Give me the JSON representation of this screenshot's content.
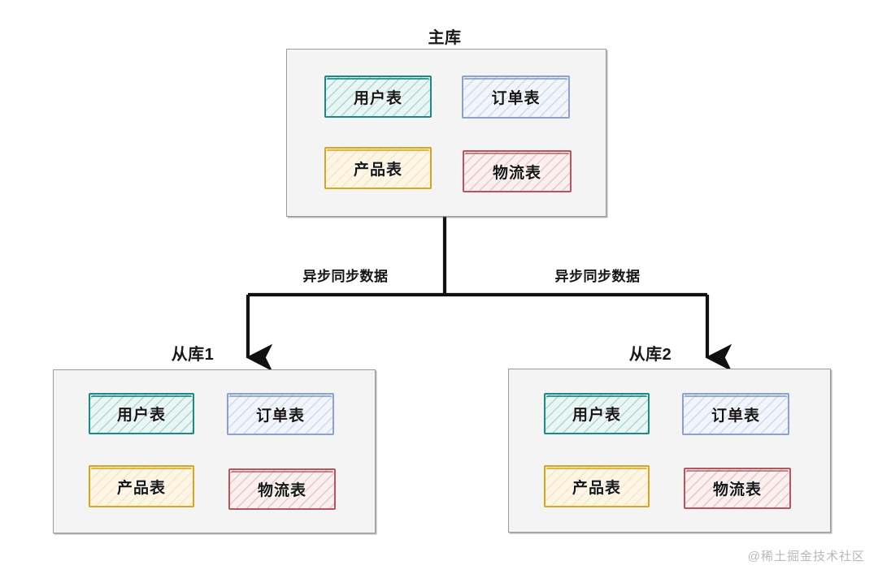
{
  "diagram": {
    "title_master": "主库",
    "title_slave1": "从库1",
    "title_slave2": "从库2",
    "edge_label_left": "异步同步数据",
    "edge_label_right": "异步同步数据",
    "watermark": "@稀土掘金技术社区",
    "colors": {
      "container_fill": "#f4f4f4",
      "container_border": "#9b9b9b",
      "teal": "#1b8a86",
      "blue": "#8ba3cc",
      "amber": "#d7a621",
      "red": "#b4565c",
      "connector": "#111111",
      "watermark": "#b9b9b9"
    },
    "tables": {
      "user": "用户表",
      "order": "订单表",
      "product": "产品表",
      "logistics": "物流表"
    },
    "groups": [
      {
        "id": "master",
        "title": "主库",
        "tables": [
          "用户表",
          "订单表",
          "产品表",
          "物流表"
        ]
      },
      {
        "id": "slave1",
        "title": "从库1",
        "tables": [
          "用户表",
          "订单表",
          "产品表",
          "物流表"
        ]
      },
      {
        "id": "slave2",
        "title": "从库2",
        "tables": [
          "用户表",
          "订单表",
          "产品表",
          "物流表"
        ]
      }
    ],
    "edges": [
      {
        "from": "主库",
        "to": "从库1",
        "label": "异步同步数据"
      },
      {
        "from": "主库",
        "to": "从库2",
        "label": "异步同步数据"
      }
    ]
  }
}
